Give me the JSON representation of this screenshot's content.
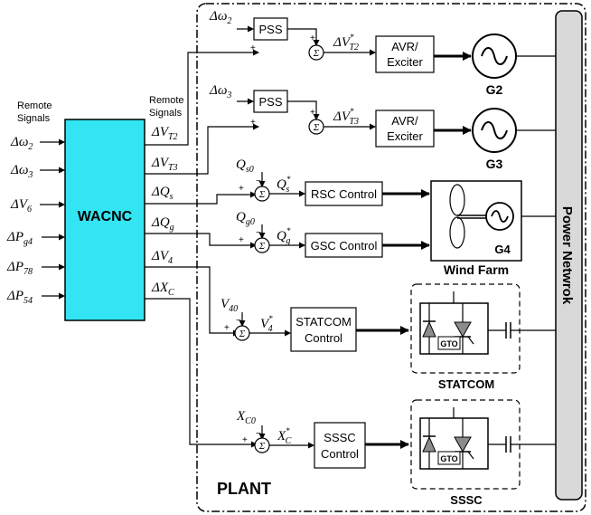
{
  "remote_signals_left": [
    "Remote",
    "Signals"
  ],
  "remote_signals_right": [
    "Remote",
    "Signals"
  ],
  "controller": {
    "label": "WACNC",
    "fill": "#33e5f2",
    "inputs": [
      "Δω₂",
      "Δω₃",
      "ΔV₆",
      "ΔP_{g4}",
      "ΔP₇₈",
      "ΔP₅₄"
    ],
    "outputs": [
      "ΔV_{T2}",
      "ΔV_{T3}",
      "ΔQ_s",
      "ΔQ_g",
      "ΔV₄",
      "ΔX_C"
    ]
  },
  "blocks": {
    "pss": "PSS",
    "avr_line1": "AVR/",
    "avr_line2": "Exciter",
    "rsc": "RSC Control",
    "gsc": "GSC Control",
    "statcom_ctrl_1": "STATCOM",
    "statcom_ctrl_2": "Control",
    "sssc_ctrl_1": "SSSC",
    "sssc_ctrl_2": "Control",
    "gto": "GTO"
  },
  "signals": {
    "dw2": "Δω₂",
    "dw3": "Δω₃",
    "dvt2_star": "ΔV*_{T2}",
    "dvt3_star": "ΔV*_{T3}",
    "qs0": "Q_{s0}",
    "qs_star": "Q*_s",
    "qg0": "Q_{g0}",
    "qg_star": "Q*_g",
    "v40": "V₄₀",
    "v4_star": "V*₄",
    "xc0": "X_{C0}",
    "xc_star": "X*_C"
  },
  "device_labels": {
    "g2": "G2",
    "g3": "G3",
    "g4": "G4",
    "wind_farm": "Wind Farm",
    "statcom": "STATCOM",
    "sssc": "SSSC"
  },
  "plant_label": "PLANT",
  "network_label": "Power Netwrok",
  "colors": {
    "controller_fill": "#33e5f2",
    "network_fill": "#d9d9d9",
    "gto_fill": "#8c8c8c"
  }
}
